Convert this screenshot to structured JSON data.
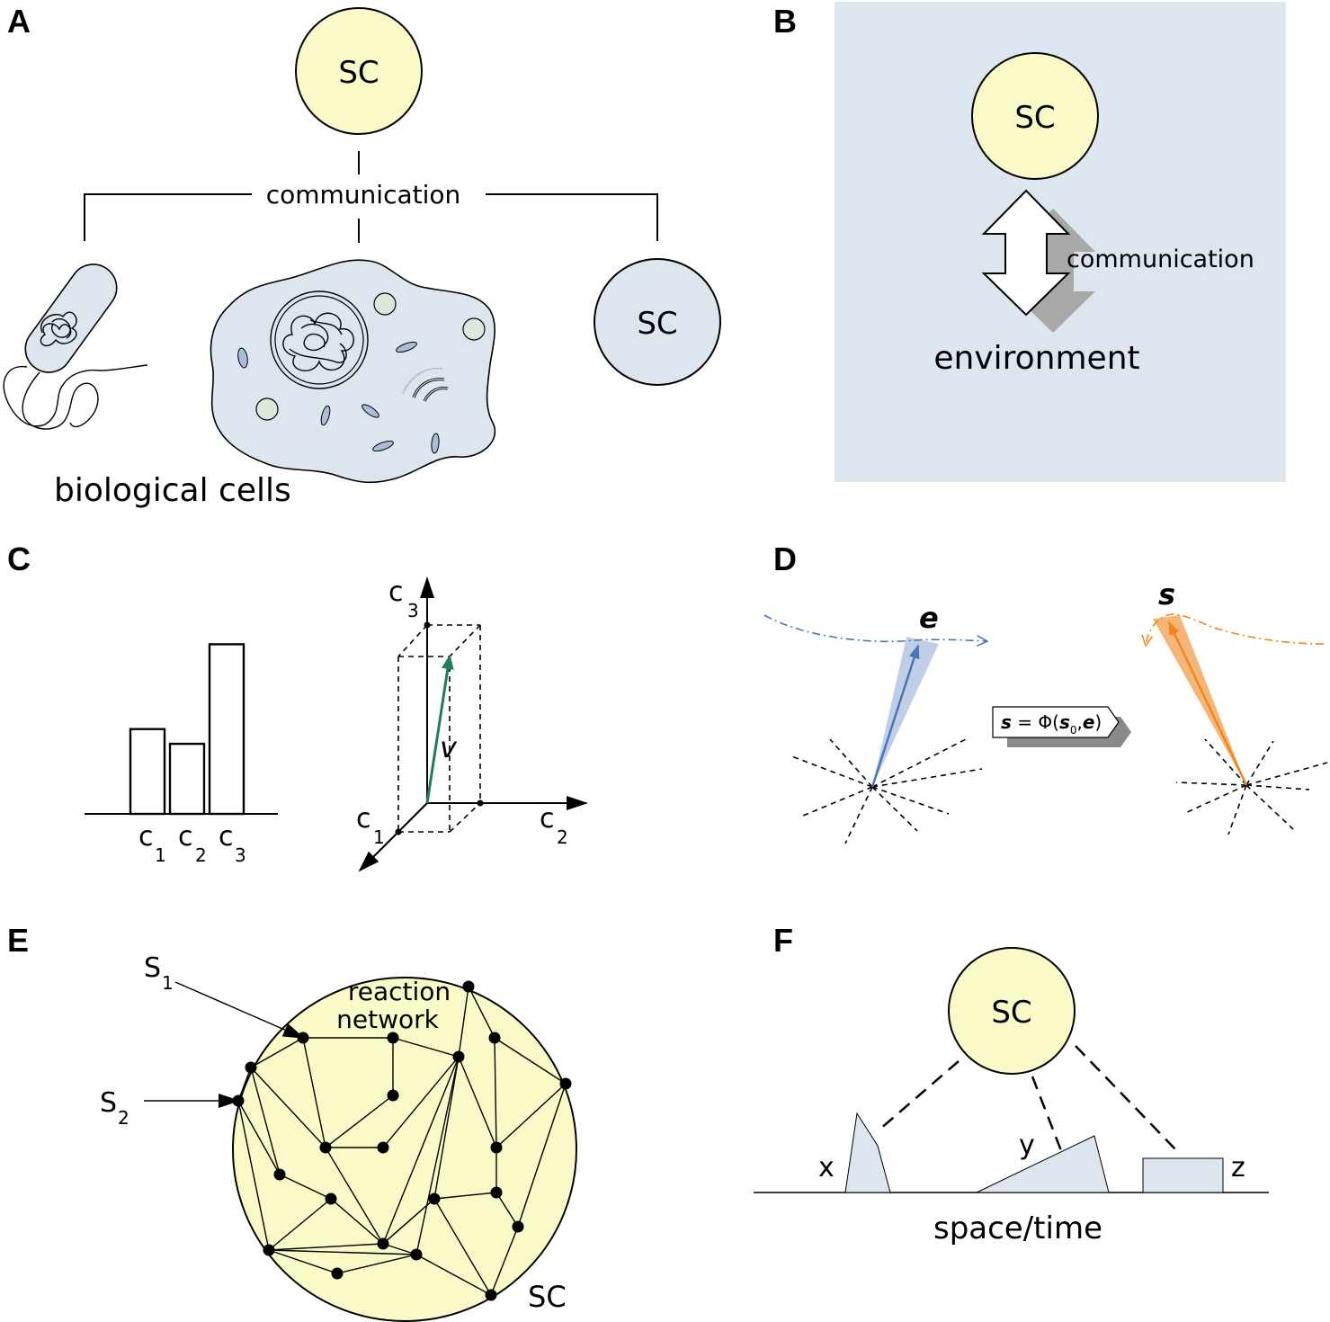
{
  "panels": {
    "A": {
      "letter": "A",
      "top_label": "SC",
      "connector_label": "communication",
      "right_label": "SC",
      "caption": "biological cells"
    },
    "B": {
      "letter": "B",
      "circle_label": "SC",
      "arrow_label": "communication",
      "bottom_label": "environment"
    },
    "C": {
      "letter": "C",
      "bar_chart": {
        "categories": [
          "c",
          "c",
          "c"
        ],
        "subscripts": [
          "1",
          "2",
          "3"
        ],
        "values": [
          2.3,
          1.9,
          4.6
        ]
      },
      "axes": {
        "c3": "c",
        "c3_sub": "3",
        "c1": "c",
        "c1_sub": "1",
        "c2": "c",
        "c2_sub": "2"
      },
      "vector_label": "v",
      "vector_color": "#1a7f5a"
    },
    "D": {
      "letter": "D",
      "left_label": "e",
      "right_label": "s",
      "formula_s": "s",
      "formula_eq": " = Φ(",
      "formula_s0": "s",
      "formula_s0_sub": "0",
      "formula_comma": ",",
      "formula_e": "e",
      "formula_close": ")",
      "left_color": "#4a76b8",
      "right_color": "#f0861e"
    },
    "E": {
      "letter": "E",
      "s1": "S",
      "s1_sub": "1",
      "s2": "S",
      "s2_sub": "2",
      "network_label_1": "reaction",
      "network_label_2": "network",
      "circle_label": "SC"
    },
    "F": {
      "letter": "F",
      "circle_label": "SC",
      "x_label": "x",
      "y_label": "y",
      "z_label": "z",
      "axis_label": "space/time"
    }
  }
}
